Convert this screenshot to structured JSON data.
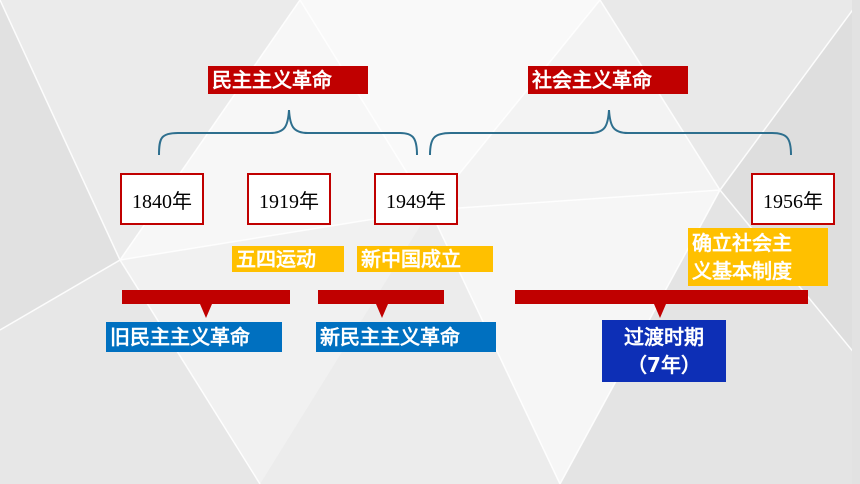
{
  "phases": {
    "democratic": "民主主义革命",
    "socialist": "社会主义革命"
  },
  "years": {
    "y1840": "1840年",
    "y1919": "1919年",
    "y1949": "1949年",
    "y1956": "1956年"
  },
  "events": {
    "may_fourth": "五四运动",
    "new_china": "新中国成立",
    "socialist_system_line1": "确立社会主",
    "socialist_system_line2": "义基本制度"
  },
  "periods": {
    "old_democratic": "旧民主主义革命",
    "new_democratic": "新民主主义革命",
    "transition_line1": "过渡时期",
    "transition_line2": "（7年）"
  },
  "colors": {
    "red": "#c00000",
    "gold": "#ffc000",
    "blue": "#0070c0",
    "navy": "#0d2fb6",
    "bracket": "#2e6f8e"
  }
}
